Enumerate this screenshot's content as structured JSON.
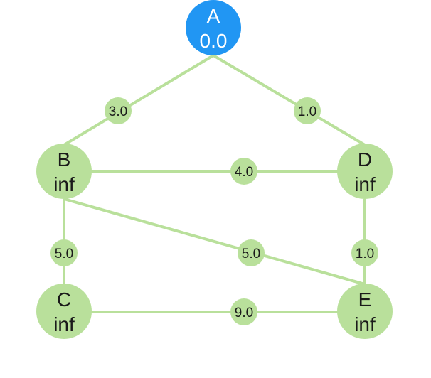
{
  "colors": {
    "edge": "#b9e09b",
    "node_default": "#b9e09b",
    "node_source": "#2196f3",
    "text_default": "#1a1a1a",
    "text_source": "#ffffff"
  },
  "nodes": [
    {
      "id": "A",
      "name": "A",
      "distance": "0.0",
      "source": true
    },
    {
      "id": "B",
      "name": "B",
      "distance": "inf",
      "source": false
    },
    {
      "id": "C",
      "name": "C",
      "distance": "inf",
      "source": false
    },
    {
      "id": "D",
      "name": "D",
      "distance": "inf",
      "source": false
    },
    {
      "id": "E",
      "name": "E",
      "distance": "inf",
      "source": false
    }
  ],
  "edges": [
    {
      "from": "A",
      "to": "B",
      "weight": "3.0"
    },
    {
      "from": "A",
      "to": "D",
      "weight": "1.0"
    },
    {
      "from": "B",
      "to": "D",
      "weight": "4.0"
    },
    {
      "from": "B",
      "to": "C",
      "weight": "5.0"
    },
    {
      "from": "B",
      "to": "E",
      "weight": "5.0"
    },
    {
      "from": "D",
      "to": "E",
      "weight": "1.0"
    },
    {
      "from": "C",
      "to": "E",
      "weight": "9.0"
    }
  ]
}
